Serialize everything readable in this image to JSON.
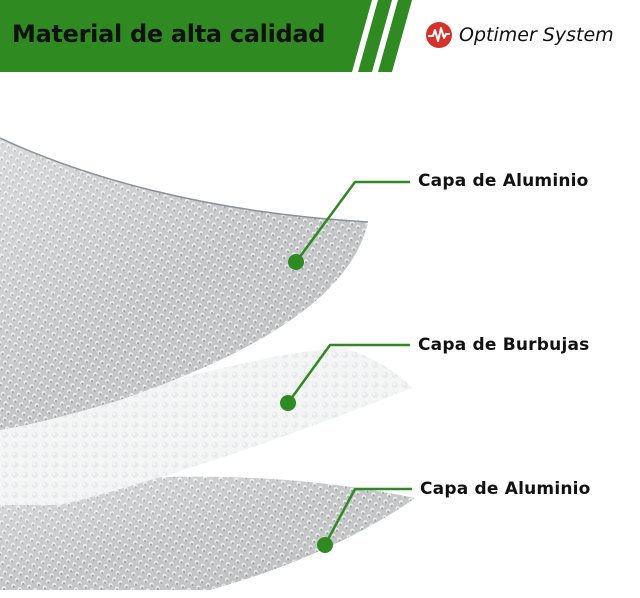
{
  "header": {
    "title": "Material de alta calidad",
    "brand_name": "Optimer System",
    "brand_icon": "optimer-logo",
    "banner_color": "#2f8a22"
  },
  "layers": [
    {
      "label": "Capa de Aluminio",
      "material": "aluminum"
    },
    {
      "label": "Capa de Burbujas",
      "material": "bubble-wrap"
    },
    {
      "label": "Capa de Aluminio",
      "material": "aluminum"
    }
  ],
  "colors": {
    "accent_green": "#2f8a22",
    "logo_red": "#d6312b",
    "label_text": "#111111"
  }
}
